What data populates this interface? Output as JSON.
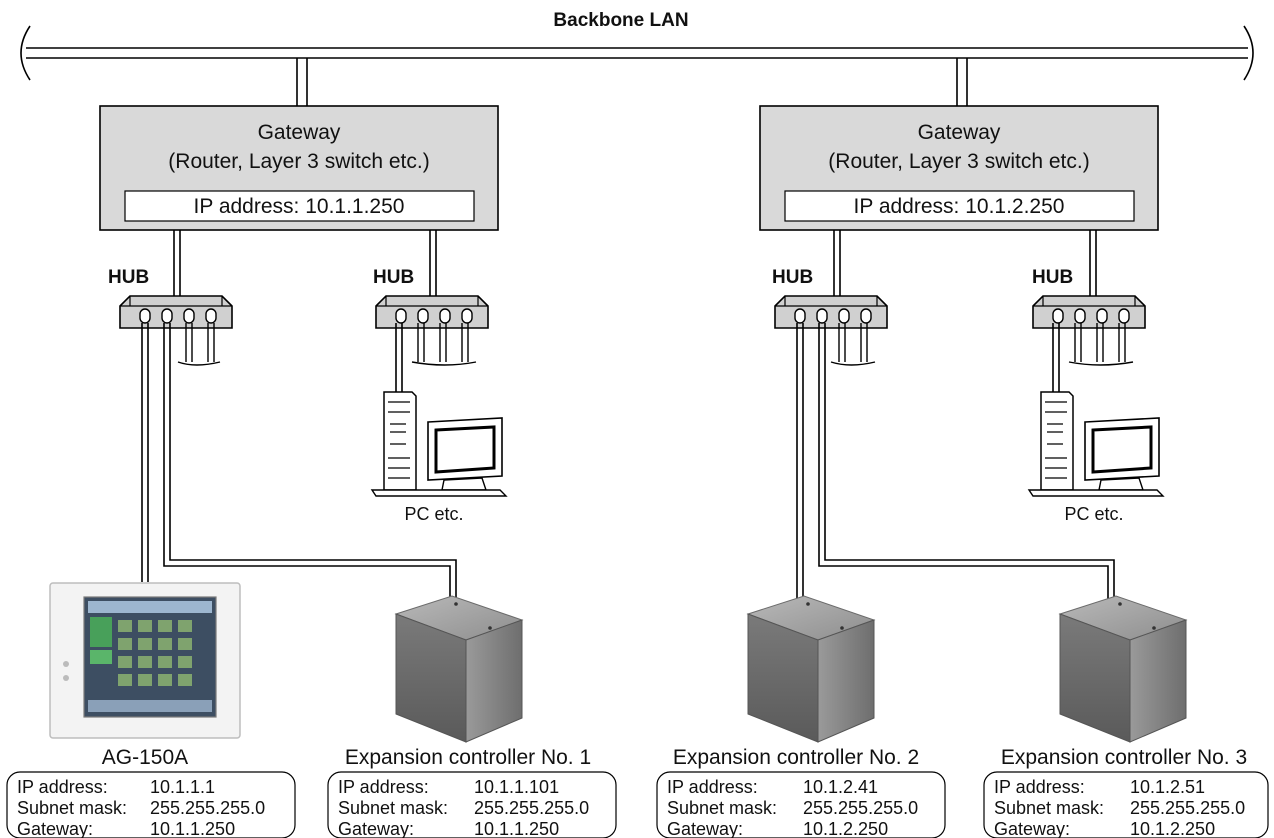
{
  "title": "Backbone LAN",
  "gateways": [
    {
      "name": "Gateway",
      "subtitle": "(Router, Layer 3 switch etc.)",
      "ip": "IP address: 10.1.1.250"
    },
    {
      "name": "Gateway",
      "subtitle": "(Router, Layer 3 switch etc.)",
      "ip": "IP address: 10.1.2.250"
    }
  ],
  "hubs": [
    {
      "label": "HUB"
    },
    {
      "label": "HUB"
    },
    {
      "label": "HUB"
    },
    {
      "label": "HUB"
    }
  ],
  "pcs": [
    {
      "label": "PC etc."
    },
    {
      "label": "PC etc."
    }
  ],
  "devices": [
    {
      "name": "AG-150A",
      "rows": [
        [
          "IP address:",
          "10.1.1.1"
        ],
        [
          "Subnet mask:",
          "255.255.255.0"
        ],
        [
          "Gateway:",
          "10.1.1.250"
        ]
      ]
    },
    {
      "name": "Expansion controller No. 1",
      "rows": [
        [
          "IP address:",
          "10.1.1.101"
        ],
        [
          "Subnet mask:",
          "255.255.255.0"
        ],
        [
          "Gateway:",
          "10.1.1.250"
        ]
      ]
    },
    {
      "name": "Expansion controller No. 2",
      "rows": [
        [
          "IP address:",
          "10.1.2.41"
        ],
        [
          "Subnet mask:",
          "255.255.255.0"
        ],
        [
          "Gateway:",
          "10.1.2.250"
        ]
      ]
    },
    {
      "name": "Expansion controller No. 3",
      "rows": [
        [
          "IP address:",
          "10.1.2.51"
        ],
        [
          "Subnet mask:",
          "255.255.255.0"
        ],
        [
          "Gateway:",
          "10.1.2.250"
        ]
      ]
    }
  ]
}
